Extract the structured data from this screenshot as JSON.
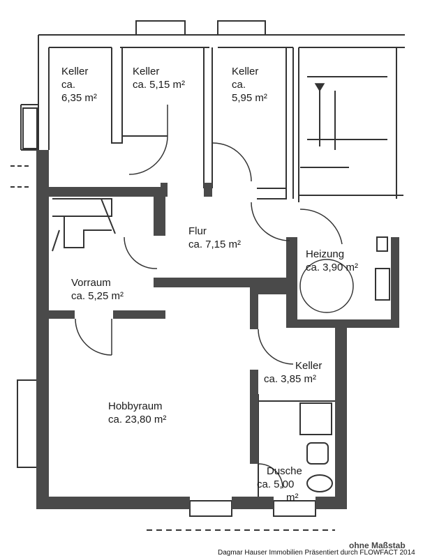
{
  "rooms": [
    {
      "id": "keller-1",
      "name": "Keller",
      "area_lines": [
        "ca.",
        "6,35 m²"
      ]
    },
    {
      "id": "keller-2",
      "name": "Keller",
      "area_lines": [
        "ca. 5,15 m²"
      ]
    },
    {
      "id": "keller-3",
      "name": "Keller",
      "area_lines": [
        "ca.",
        "5,95 m²"
      ]
    },
    {
      "id": "flur",
      "name": "Flur",
      "area_lines": [
        "ca. 7,15 m²"
      ]
    },
    {
      "id": "heizung",
      "name": "Heizung",
      "area_lines": [
        "ca. 3,90 m²"
      ]
    },
    {
      "id": "vorraum",
      "name": "Vorraum",
      "area_lines": [
        "ca. 5,25 m²"
      ]
    },
    {
      "id": "keller-4",
      "name": "Keller",
      "area_lines": [
        "ca. 3,85 m²"
      ]
    },
    {
      "id": "hobbyraum",
      "name": "Hobbyraum",
      "area_lines": [
        "ca. 23,80 m²"
      ]
    },
    {
      "id": "dusche",
      "name": "Dusche",
      "area_lines": [
        "ca. 5,00",
        "m²"
      ]
    }
  ],
  "scale_note": "ohne Maßstab",
  "footer": "Dagmar Hauser Immobilien Präsentiert durch FLOWFACT 2014",
  "colors": {
    "wall": "#4a4a4a",
    "line": "#333333",
    "background": "#ffffff"
  }
}
